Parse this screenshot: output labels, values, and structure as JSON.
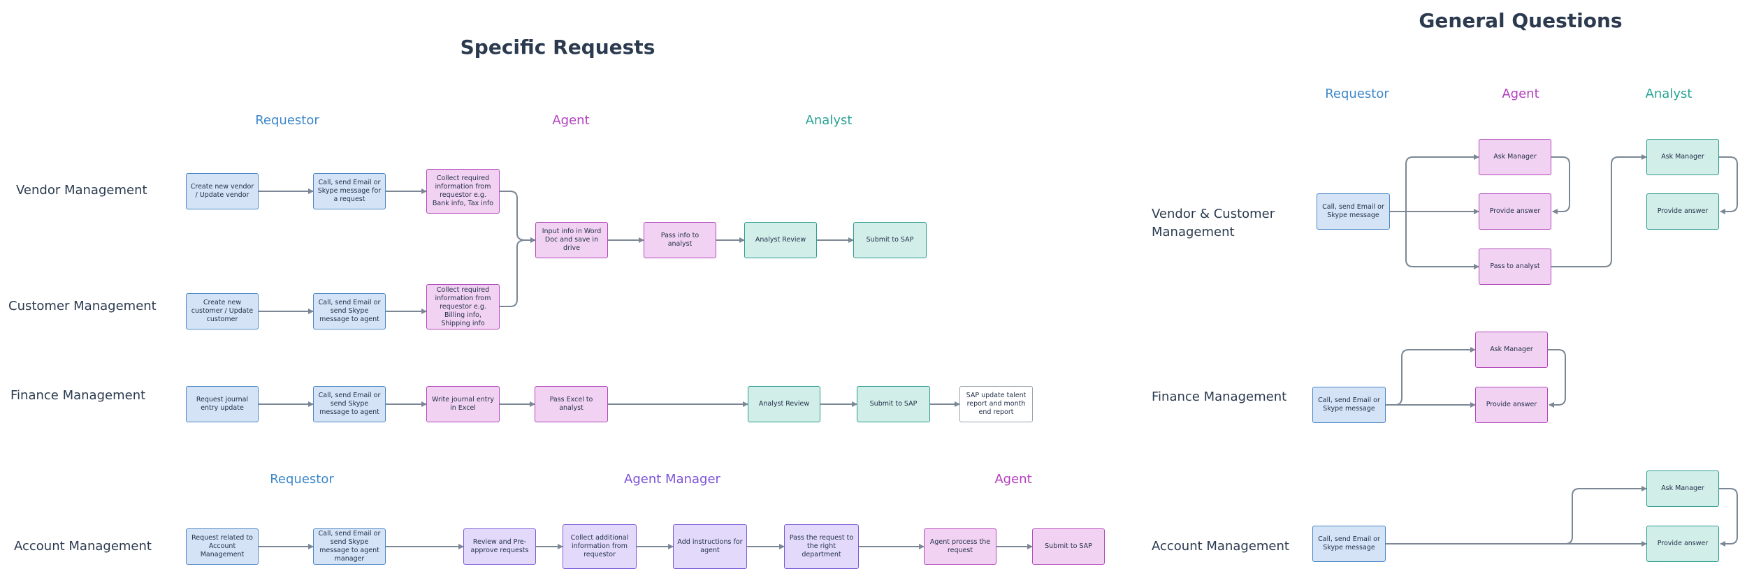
{
  "sections": {
    "specific_title": "Specific Requests",
    "general_title": "General Questions"
  },
  "columns": {
    "requestor": "Requestor",
    "agent": "Agent",
    "analyst": "Analyst",
    "agent_manager": "Agent Manager"
  },
  "rows": {
    "vendor_management": "Vendor Management",
    "customer_management": "Customer Management",
    "finance_management": "Finance Management",
    "account_management": "Account Management",
    "vendor_customer_management": "Vendor & Customer Management"
  },
  "nodes": {
    "v1": "Create new vendor / Update vendor",
    "v2": "Call, send Email or Skype message for a request",
    "v3": "Collect required information from requestor e.g. Bank info, Tax info",
    "c1": "Create new customer / Update customer",
    "c2": "Call, send Email or send Skype message to agent",
    "c3": "Collect required information from requestor e.g. Billing info, Shipping info",
    "m1": "Input info in Word Doc and save in drive",
    "m2": "Pass info to analyst",
    "m3": "Analyst Review",
    "m4": "Submit to SAP",
    "f1": "Request journal entry update",
    "f2": "Call, send Email or send Skype message to agent",
    "f3": "Write journal entry in Excel",
    "f4": "Pass Excel to analyst",
    "f5": "Analyst Review",
    "f6": "Submit to SAP",
    "f7": "SAP update talent report and month end report",
    "a1": "Request related to Account Management",
    "a2": "Call, send Email or send Skype message to agent manager",
    "a3": "Review and Pre-approve requests",
    "a4": "Collect additional information from requestor",
    "a5": "Add instructions for agent",
    "a6": "Pass the request to the right department",
    "a7": "Agent process the request",
    "a8": "Submit to SAP",
    "g1": "Call, send Email or Skype message",
    "g2": "Ask Manager",
    "g3": "Provide answer",
    "g4": "Pass to analyst",
    "g5": "Ask Manager",
    "g6": "Provide answer",
    "gf1": "Call, send Email or Skype message",
    "gf2": "Ask Manager",
    "gf3": "Provide answer",
    "ga1": "Call, send Email or Skype message",
    "ga2": "Ask Manager",
    "ga3": "Provide answer"
  },
  "colors": {
    "connector": "#7b8794",
    "requestor": "#3d87c9",
    "agent": "#b33fbf",
    "analyst": "#27a395",
    "agent_manager": "#7a52d6",
    "title": "#2b3a4f"
  }
}
